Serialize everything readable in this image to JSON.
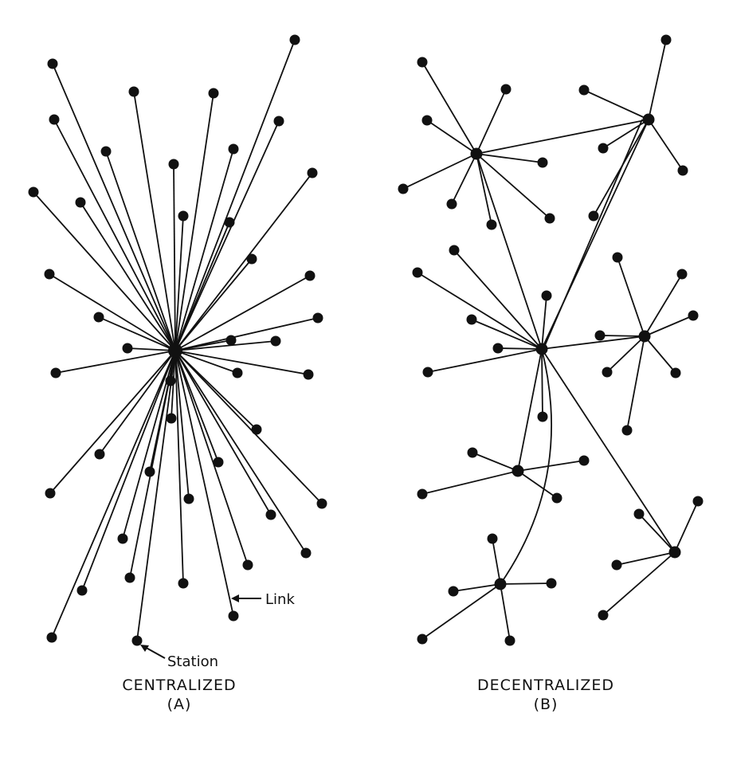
{
  "diagrams": [
    {
      "title": "CENTRALIZED",
      "subtitle": "(A)"
    },
    {
      "title": "DECENTRALIZED",
      "subtitle": "(B)"
    }
  ],
  "annotations": {
    "link": "Link",
    "station": "Station"
  },
  "colors": {
    "ink": "#111111",
    "background": "#ffffff"
  }
}
